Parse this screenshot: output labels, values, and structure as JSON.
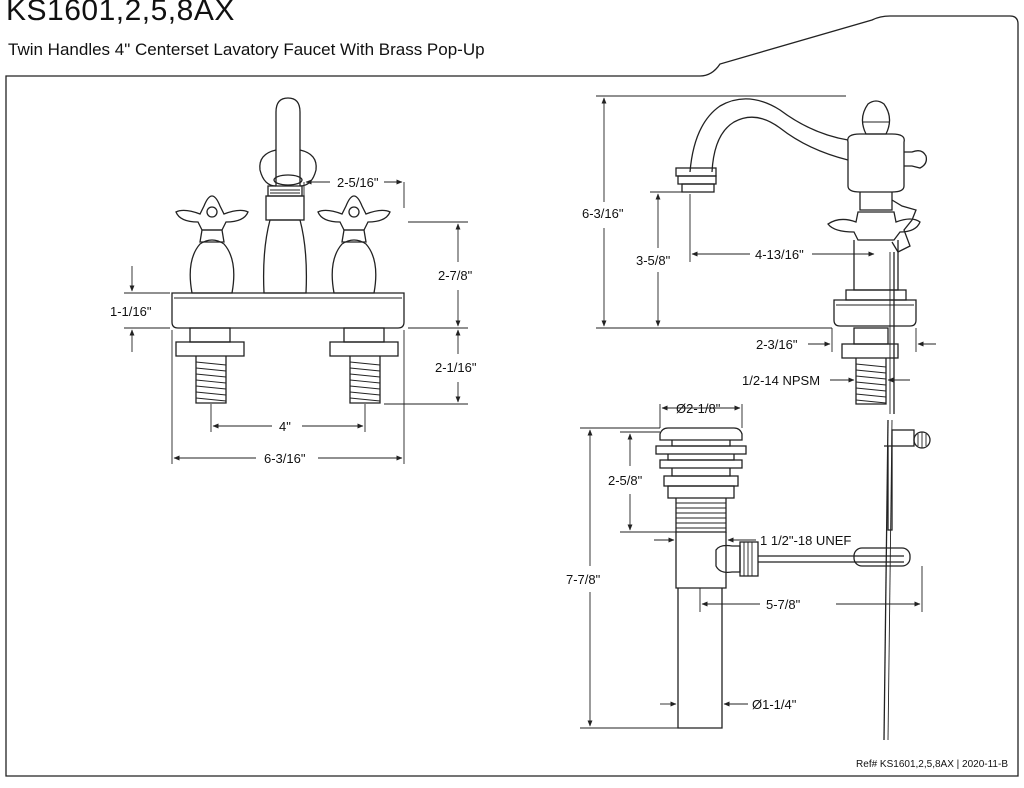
{
  "header": {
    "model": "KS1601,2,5,8AX",
    "description": "Twin Handles 4\" Centerset Lavatory Faucet With Brass Pop-Up"
  },
  "dimensions": {
    "front_spout_to_handle": "2-5/16\"",
    "front_height": "2-7/8\"",
    "front_deck_thickness": "1-1/16\"",
    "front_shank_length": "2-1/16\"",
    "front_center_spread": "4\"",
    "front_overall_width": "6-3/16\"",
    "side_overall_height": "6-3/16\"",
    "side_spout_height": "3-5/8\"",
    "side_spout_reach": "4-13/16\"",
    "side_base_depth": "2-3/16\"",
    "side_thread": "1/2-14 NPSM",
    "drain_flange_dia": "Ø2-1/8\"",
    "drain_body_height": "2-5/8\"",
    "drain_thread": "1 1/2\"-18 UNEF",
    "drain_overall_height": "7-7/8\"",
    "drain_lift_rod_reach": "5-7/8\"",
    "drain_tail_dia": "Ø1-1/4\""
  },
  "footer": {
    "reference": "Ref# KS1601,2,5,8AX | 2020-11-B"
  }
}
